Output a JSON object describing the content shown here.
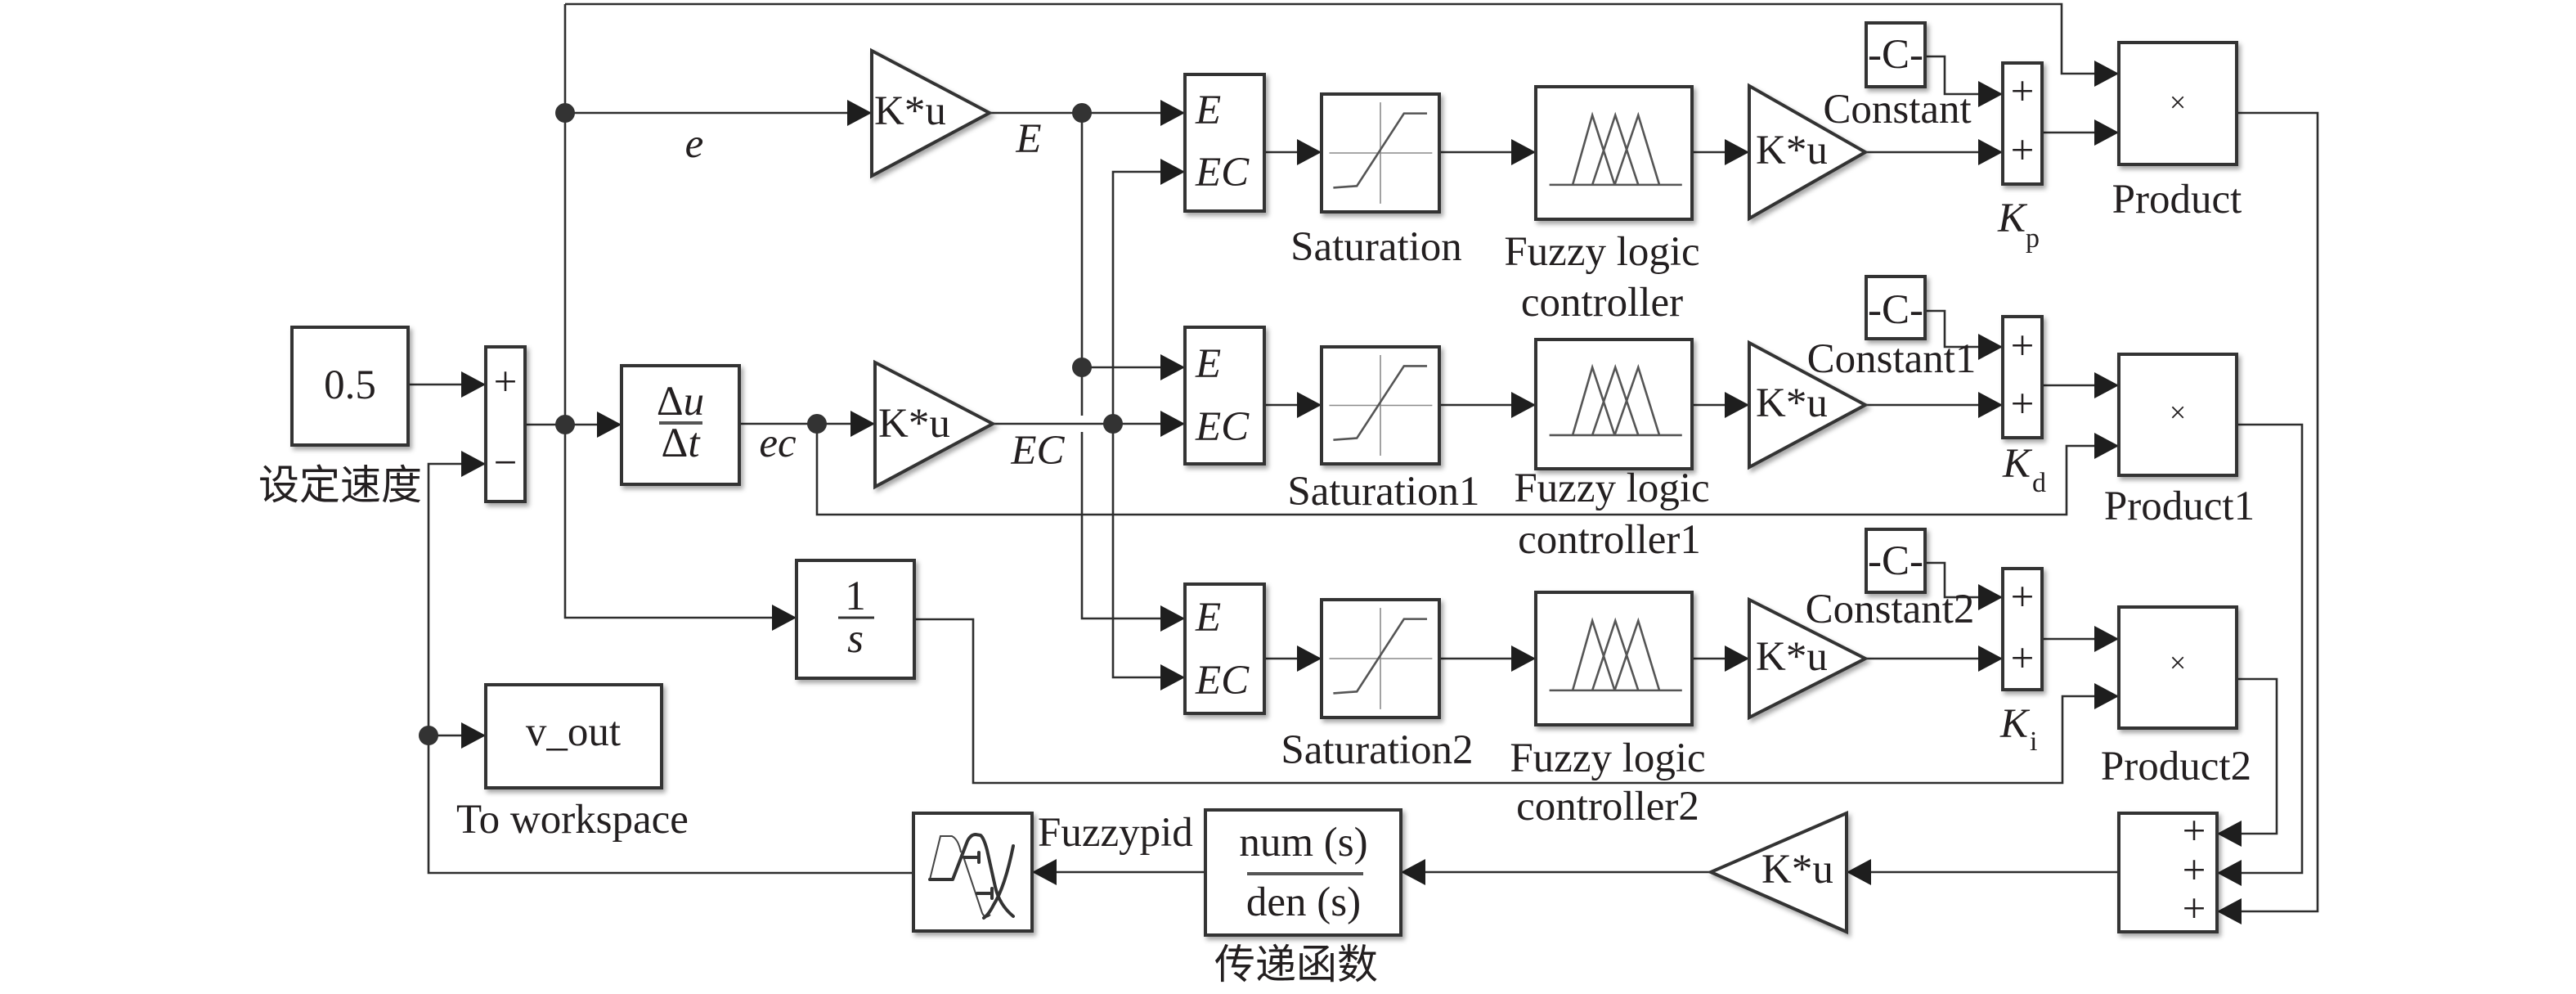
{
  "diagram": {
    "setpoint": {
      "value": "0.5",
      "label": "设定速度"
    },
    "error_sum": {
      "signs": [
        "+",
        "−"
      ]
    },
    "derivative": {
      "numerator": [
        "Δ",
        "u"
      ],
      "denominator": [
        "Δ",
        "t"
      ]
    },
    "integrator": {
      "numerator": "1",
      "denominator": "s"
    },
    "to_workspace": {
      "variable": "v_out",
      "label": "To workspace"
    },
    "signals": {
      "e": "e",
      "E": "E",
      "ec": "ec",
      "EC": "EC"
    },
    "gain_e": {
      "text": "K*u"
    },
    "gain_ec": {
      "text": "K*u"
    },
    "rows": [
      {
        "mux_inputs": [
          "E",
          "EC"
        ],
        "saturation_label": "Saturation",
        "fuzzy_label": [
          "Fuzzy logic",
          "controller"
        ],
        "gain_text": "K*u",
        "constant": {
          "value": "-C-",
          "label": "Constant"
        },
        "sum_signs": [
          "+",
          "+"
        ],
        "sum_label": {
          "symbol": "K",
          "subscript": "p"
        },
        "product": {
          "symbol": "×",
          "label": "Product"
        }
      },
      {
        "mux_inputs": [
          "E",
          "EC"
        ],
        "saturation_label": "Saturation1",
        "fuzzy_label": [
          "Fuzzy logic",
          "controller1"
        ],
        "gain_text": "K*u",
        "constant": {
          "value": "-C-",
          "label": "Constant1"
        },
        "sum_signs": [
          "+",
          "+"
        ],
        "sum_label": {
          "symbol": "K",
          "subscript": "d"
        },
        "product": {
          "symbol": "×",
          "label": "Product1"
        }
      },
      {
        "mux_inputs": [
          "E",
          "EC"
        ],
        "saturation_label": "Saturation2",
        "fuzzy_label": [
          "Fuzzy logic",
          "controller2"
        ],
        "gain_text": "K*u",
        "constant": {
          "value": "-C-",
          "label": "Constant2"
        },
        "sum_signs": [
          "+",
          "+"
        ],
        "sum_label": {
          "symbol": "K",
          "subscript": "i"
        },
        "product": {
          "symbol": "×",
          "label": "Product2"
        }
      }
    ],
    "output_sum": {
      "signs": [
        "+",
        "+",
        "+"
      ]
    },
    "output_gain": {
      "text": "K*u"
    },
    "transfer_function": {
      "numerator": "num (s)",
      "denominator": "den (s)",
      "label": "传递函数"
    },
    "fuzzy_pid": {
      "label": "Fuzzypid"
    }
  }
}
